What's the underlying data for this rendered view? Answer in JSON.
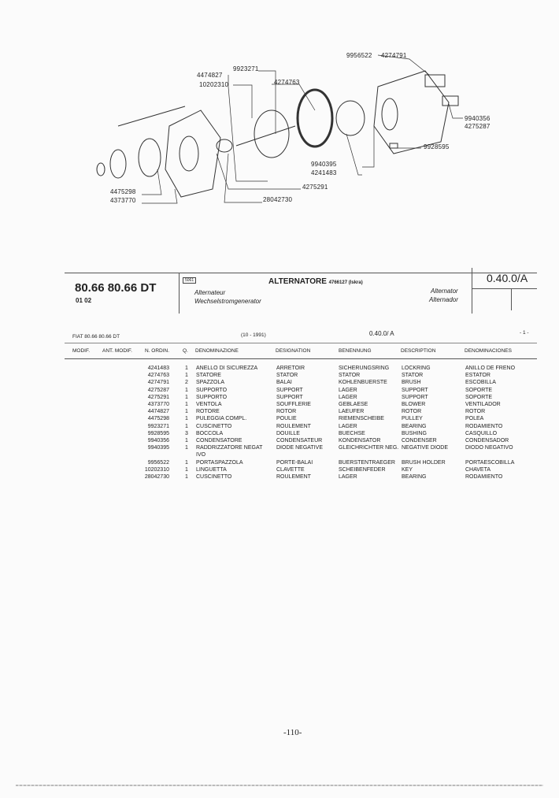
{
  "diagram": {
    "callouts": [
      "9956522",
      "4274791",
      "4474827",
      "9923271",
      "10202310",
      "4274763",
      "9940356",
      "4275287",
      "9928595",
      "9940395",
      "4241483",
      "4275291",
      "4475298",
      "4373770",
      "28042730"
    ]
  },
  "header": {
    "model": "80.66 80.66 DT",
    "sub": "01 02",
    "code": "5061",
    "title": "ALTERNATORE",
    "title_suffix": "4766127 (Iskra)",
    "fr": "Alternateur",
    "de": "Wechselstromgenerator",
    "en": "Alternator",
    "es": "Alternador",
    "ref": "0.40.0/A"
  },
  "subheader": {
    "model": "FIAT 80.66 80.66 DT",
    "date": "(10 - 1991)",
    "ref": "0.40.0/  A",
    "page": "- 1 -"
  },
  "table": {
    "columns": [
      "MODIF.",
      "ANT. MODIF.",
      "N. ORDIN.",
      "Q.",
      "DENOMINAZIONE",
      "DESIGNATION",
      "BENENNUNG",
      "DESCRIPTION",
      "DENOMINACIONES"
    ],
    "rows": [
      {
        "num": "4241483",
        "q": "1",
        "it": "ANELLO DI SICUREZZA",
        "fr": "ARRETOIR",
        "de": "SICHERUNGSRING",
        "en": "LOCKRING",
        "es": "ANILLO DE FRENO"
      },
      {
        "num": "4274763",
        "q": "1",
        "it": "STATORE",
        "fr": "STATOR",
        "de": "STATOR",
        "en": "STATOR",
        "es": "ESTATOR"
      },
      {
        "num": "4274791",
        "q": "2",
        "it": "SPAZZOLA",
        "fr": "BALAI",
        "de": "KOHLENBUERSTE",
        "en": "BRUSH",
        "es": "ESCOBILLA"
      },
      {
        "num": "4275287",
        "q": "1",
        "it": "SUPPORTO",
        "fr": "SUPPORT",
        "de": "LAGER",
        "en": "SUPPORT",
        "es": "SOPORTE"
      },
      {
        "num": "4275291",
        "q": "1",
        "it": "SUPPORTO",
        "fr": "SUPPORT",
        "de": "LAGER",
        "en": "SUPPORT",
        "es": "SOPORTE"
      },
      {
        "num": "4373770",
        "q": "1",
        "it": "VENTOLA",
        "fr": "SOUFFLERIE",
        "de": "GEBLAESE",
        "en": "BLOWER",
        "es": "VENTILADOR"
      },
      {
        "num": "4474827",
        "q": "1",
        "it": "ROTORE",
        "fr": "ROTOR",
        "de": "LAEUFER",
        "en": "ROTOR",
        "es": "ROTOR"
      },
      {
        "num": "4475298",
        "q": "1",
        "it": "PULEGGIA COMPL.",
        "fr": "POULIE",
        "de": "RIEMENSCHEIBE",
        "en": "PULLEY",
        "es": "POLEA"
      },
      {
        "num": "9923271",
        "q": "1",
        "it": "CUSCINETTO",
        "fr": "ROULEMENT",
        "de": "LAGER",
        "en": "BEARING",
        "es": "RODAMIENTO"
      },
      {
        "num": "9928595",
        "q": "3",
        "it": "BOCCOLA",
        "fr": "DOUILLE",
        "de": "BUECHSE",
        "en": "BUSHING",
        "es": "CASQUILLO"
      },
      {
        "num": "9940356",
        "q": "1",
        "it": "CONDENSATORE",
        "fr": "CONDENSATEUR",
        "de": "KONDENSATOR",
        "en": "CONDENSER",
        "es": "CONDENSADOR"
      },
      {
        "num": "9940395",
        "q": "1",
        "it": "RADDRIZZATORE NEGAT",
        "fr": "DIODE NEGATIVE",
        "de": "GLEICHRICHTER NEG.",
        "en": "NEGATIVE DIODE",
        "es": "DIODO NEGATIVO"
      },
      {
        "num": "",
        "q": "",
        "it": "IVO",
        "fr": "",
        "de": "",
        "en": "",
        "es": ""
      },
      {
        "num": "9956522",
        "q": "1",
        "it": "PORTASPAZZOLA",
        "fr": "PORTE-BALAI",
        "de": "BUERSTENTRAEGER",
        "en": "BRUSH HOLDER",
        "es": "PORTAESCOBILLA"
      },
      {
        "num": "10202310",
        "q": "1",
        "it": "LINGUETTA",
        "fr": "CLAVETTE",
        "de": "SCHEIBENFEDER",
        "en": "KEY",
        "es": "CHAVETA"
      },
      {
        "num": "28042730",
        "q": "1",
        "it": "CUSCINETTO",
        "fr": "ROULEMENT",
        "de": "LAGER",
        "en": "BEARING",
        "es": "RODAMIENTO"
      }
    ]
  },
  "footer": {
    "page_number": "-110-"
  }
}
